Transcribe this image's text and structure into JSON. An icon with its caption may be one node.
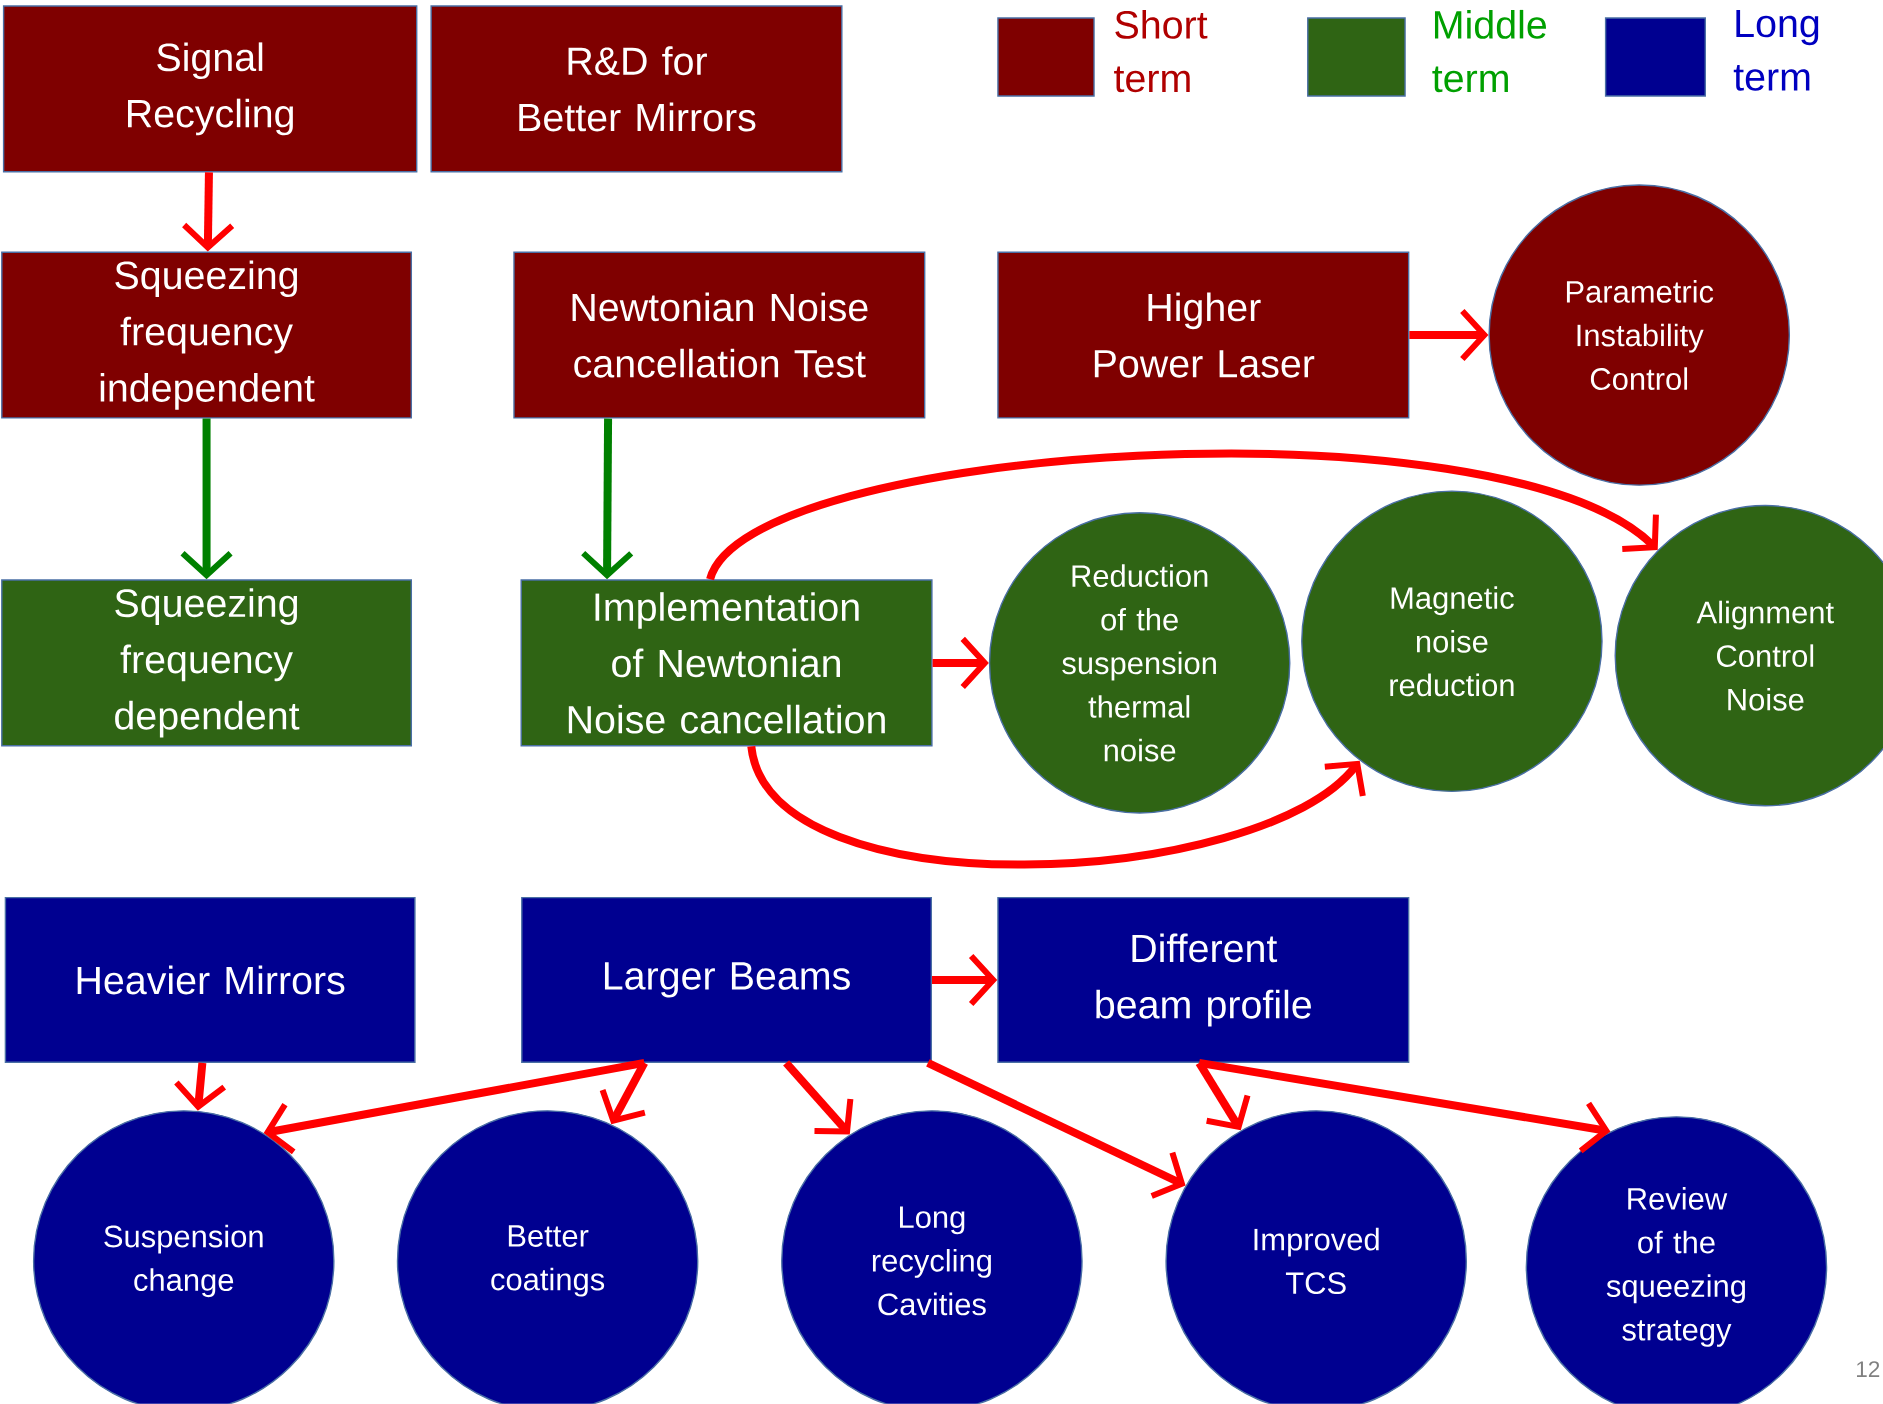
{
  "diagram": {
    "nodes": [
      {
        "text": [
          "Signal Recycling"
        ]
      },
      {
        "text": [
          "R&D for Better Mirrors"
        ]
      },
      {
        "text": [
          "Squeezing frequency independent"
        ]
      },
      {
        "text": [
          "Newtonian Noise cancellation Test"
        ]
      },
      {
        "text": [
          "Higher Power Laser"
        ]
      },
      {
        "text": [
          "Parametric Instability Control"
        ]
      },
      {
        "text": [
          "Squeezing frequency dependent"
        ]
      },
      {
        "text": [
          "Implementation of Newtonian Noise cancellation"
        ]
      },
      {
        "text": [
          "Reduction of the suspension thermal noise"
        ]
      },
      {
        "text": [
          "Magnetic noise reduction"
        ]
      },
      {
        "text": [
          "Alignment Control Noise"
        ]
      },
      {
        "text": [
          "Heavier Mirrors"
        ]
      },
      {
        "text": [
          "Larger Beams"
        ]
      },
      {
        "text": [
          "Different beam profile"
        ]
      },
      {
        "text": [
          "Suspension change"
        ]
      },
      {
        "text": [
          "Better coatings"
        ]
      },
      {
        "text": [
          "Long recycling Cavities"
        ]
      },
      {
        "text": [
          "Improved TCS"
        ]
      },
      {
        "text": [
          "Review of the squeezing strategy"
        ]
      }
    ],
    "edges": [
      {
        "from": 0,
        "to": 2,
        "arrow": "to"
      },
      {
        "from": 2,
        "to": 6,
        "arrow": "to",
        "color": "#008000"
      },
      {
        "from": 3,
        "to": 7,
        "arrow": "to",
        "color": "#008000"
      },
      {
        "from": 4,
        "to": 5,
        "arrow": "to"
      },
      {
        "from": 7,
        "to": 8,
        "arrow": "to"
      },
      {
        "from": 7,
        "to": 10,
        "arrow": "to"
      },
      {
        "from": 7,
        "to": 9,
        "arrow": "to"
      },
      {
        "from": 11,
        "to": 14,
        "arrow": "to"
      },
      {
        "from": 12,
        "to": 13,
        "arrow": "to"
      },
      {
        "from": 12,
        "to": 14,
        "arrow": "to"
      },
      {
        "from": 12,
        "to": 15,
        "arrow": "to"
      },
      {
        "from": 12,
        "to": 16,
        "arrow": "to"
      },
      {
        "from": 12,
        "to": 17,
        "arrow": "to"
      },
      {
        "from": 13,
        "to": 17,
        "arrow": "to"
      },
      {
        "from": 13,
        "to": 18,
        "arrow": "to"
      }
    ],
    "labels": [
      "12"
    ],
    "legend": [
      {
        "text": "Short term",
        "color": "#7f0000"
      },
      {
        "text": "Middle term",
        "color": "#2f6414"
      },
      {
        "text": "Long term",
        "color": "#000090"
      }
    ]
  }
}
